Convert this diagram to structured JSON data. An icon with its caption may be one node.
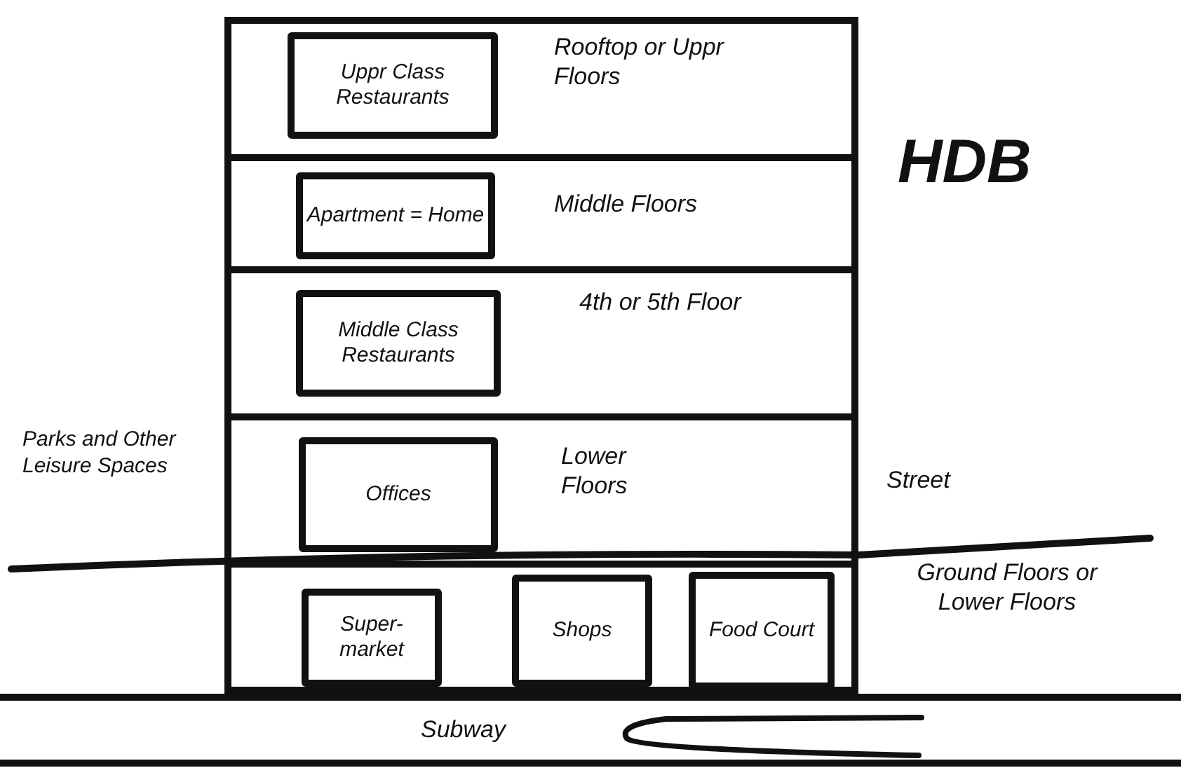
{
  "diagram": {
    "nodes": [
      {
        "text": [],
        "shape": "box"
      },
      {
        "text": [
          "Rooftop or Uppr Floors"
        ],
        "in": 0
      },
      {
        "text": [
          "Uppr Class Restaurants"
        ],
        "in": 1
      },
      {
        "text": [
          "Middle Floors"
        ],
        "in": 0
      },
      {
        "text": [
          "Apartment = Home"
        ],
        "in": 3
      },
      {
        "text": [
          "4th or 5th Floor"
        ],
        "in": 0
      },
      {
        "text": [
          "Middle Class Restaurants"
        ],
        "in": 5
      },
      {
        "text": [
          "Lower Floors"
        ],
        "in": 0
      },
      {
        "text": [
          "Offices"
        ],
        "in": 7
      },
      {
        "text": [],
        "shape": "band",
        "in": 0,
        "beside": [
          "Ground Floors or Lower Floors"
        ]
      },
      {
        "text": [
          "Super-market"
        ],
        "in": 9
      },
      {
        "text": [
          "Shops"
        ],
        "in": 9
      },
      {
        "text": [
          "Food Court"
        ],
        "in": 9
      },
      {
        "text": [
          "Subway"
        ]
      }
    ],
    "labels": [
      "HDB",
      "Parks and Other Leisure Spaces",
      "Street"
    ]
  }
}
